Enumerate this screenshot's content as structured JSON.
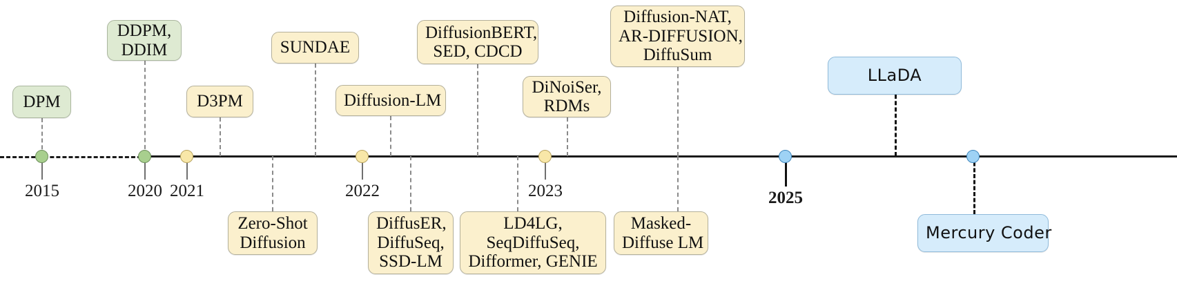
{
  "figure": {
    "type": "timeline",
    "title": "",
    "axis": {
      "start_dashed": true,
      "years": [
        {
          "label": "2015",
          "bold": false
        },
        {
          "label": "2020",
          "bold": false
        },
        {
          "label": "2021",
          "bold": false
        },
        {
          "label": "2022",
          "bold": false
        },
        {
          "label": "2023",
          "bold": false
        },
        {
          "label": "2025",
          "bold": true
        }
      ]
    },
    "colors": {
      "node_green": "#a8cf8e",
      "node_yellow": "#f8e7a8",
      "node_blue": "#9ed2f5",
      "box_green": "#deead2",
      "box_yellow": "#fbf0cd",
      "box_blue": "#d6ecfb",
      "axis": "#1a1a1a",
      "connector": "#8a8a8a"
    }
  },
  "milestones": {
    "dpm": {
      "lines": [
        "DPM"
      ],
      "color": "green",
      "position": "above",
      "year": "2015"
    },
    "ddpm_ddim": {
      "lines": [
        "DDPM,",
        "DDIM"
      ],
      "color": "green",
      "position": "above",
      "year": "2020"
    },
    "d3pm": {
      "lines": [
        "D3PM"
      ],
      "color": "yellow",
      "position": "above",
      "year": "2021"
    },
    "zero_shot_diffusion": {
      "lines": [
        "Zero-Shot",
        "Diffusion"
      ],
      "color": "yellow",
      "position": "below",
      "year": "2021"
    },
    "sundae": {
      "lines": [
        "SUNDAE"
      ],
      "color": "yellow",
      "position": "above",
      "year": "2021"
    },
    "diffusion_lm": {
      "lines": [
        "Diffusion-LM"
      ],
      "color": "yellow",
      "position": "above",
      "year": "2022"
    },
    "diffuser_diffuseq_ssdlm": {
      "lines": [
        "DiffusER,",
        "DiffuSeq,",
        "SSD-LM"
      ],
      "color": "yellow",
      "position": "below",
      "year": "2022"
    },
    "diffusionbert_sed_cdcd": {
      "lines": [
        "DiffusionBERT,",
        "SED, CDCD"
      ],
      "color": "yellow",
      "position": "above",
      "year": "2022"
    },
    "ld4lg_seqdiffuseq_difformer_genie": {
      "lines": [
        "LD4LG,",
        "SeqDiffuSeq,",
        "Difformer, GENIE"
      ],
      "color": "yellow",
      "position": "below",
      "year": "2023"
    },
    "dinoiser_rdms": {
      "lines": [
        "DiNoiSer,",
        "RDMs"
      ],
      "color": "yellow",
      "position": "above",
      "year": "2023"
    },
    "diffusion_nat_ardiffusion_diffusum": {
      "lines": [
        "Diffusion-NAT,",
        "AR-DIFFUSION,",
        "DiffuSum"
      ],
      "color": "yellow",
      "position": "above",
      "year": "2023"
    },
    "masked_diffuse_lm": {
      "lines": [
        "Masked-",
        "Diffuse LM"
      ],
      "color": "yellow",
      "position": "below",
      "year": "2023"
    },
    "llada": {
      "lines": [
        "LLaDA"
      ],
      "color": "blue",
      "position": "above",
      "year": "2025"
    },
    "mercury_coder": {
      "lines": [
        "Mercury Coder"
      ],
      "color": "blue",
      "position": "below",
      "year": "2025"
    }
  }
}
